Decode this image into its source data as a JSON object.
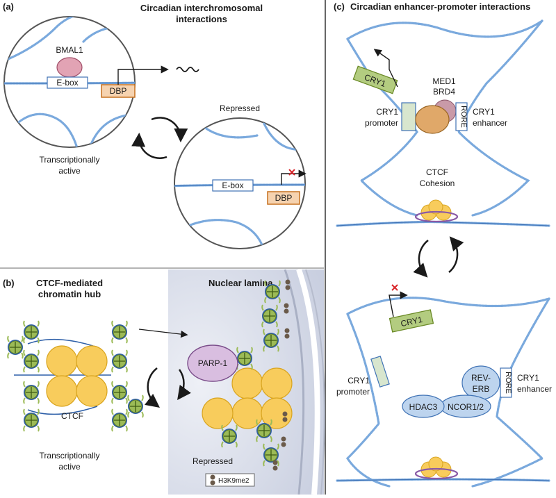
{
  "panel_a": {
    "letter": "(a)",
    "title_line1": "Circadian interchromosomal",
    "title_line2": "interactions",
    "bmal1": "BMAL1",
    "ebox": "E-box",
    "dbp": "DBP",
    "active_line1": "Transcriptionally",
    "active_line2": "active",
    "repressed": "Repressed"
  },
  "panel_b": {
    "letter": "(b)",
    "title_line1": "CTCF-mediated",
    "title_line2": "chromatin hub",
    "nuclear_lamina": "Nuclear lamina",
    "parp1": "PARP-1",
    "ctcf": "CTCF",
    "active_line1": "Transcriptionally",
    "active_line2": "active",
    "repressed": "Repressed",
    "legend_mark": "H3K9me2"
  },
  "panel_c": {
    "letter": "(c)",
    "title": "Circadian enhancer-promoter interactions",
    "cry1": "CRY1",
    "med1": "MED1",
    "brd4": "BRD4",
    "rore": "RORE",
    "promoter_line1": "CRY1",
    "promoter_line2": "promoter",
    "enhancer_line1": "CRY1",
    "enhancer_line2": "enhancer",
    "ctcf": "CTCF",
    "cohesion": "Cohesion",
    "reverb_line1": "REV-",
    "reverb_line2": "ERB",
    "hdac3": "HDAC3",
    "ncor": "NCOR1/2"
  }
}
